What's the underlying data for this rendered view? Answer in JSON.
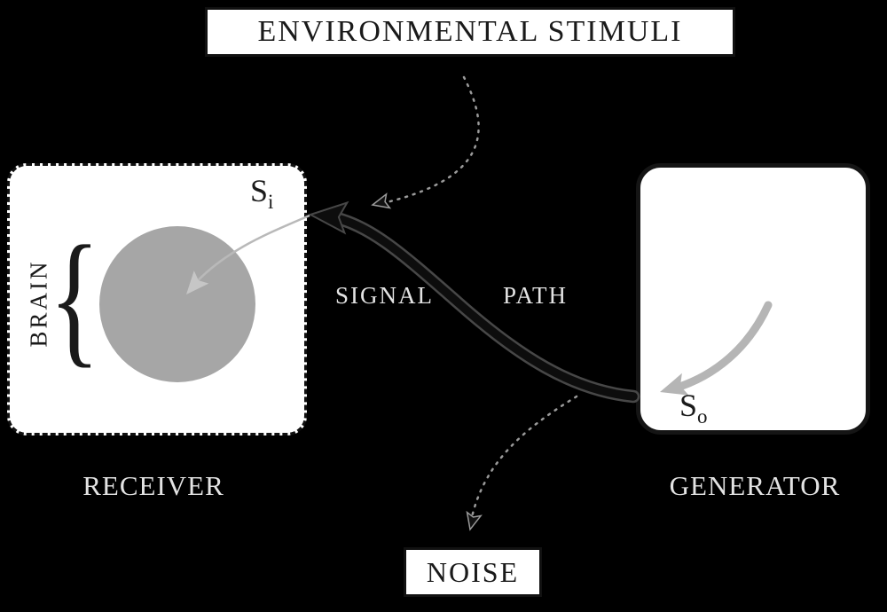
{
  "diagram": {
    "environmental_stimuli": "ENVIRONMENTAL STIMULI",
    "noise": "NOISE",
    "receiver": "RECEIVER",
    "generator": "GENERATOR",
    "signal_path_word1": "SIGNAL",
    "signal_path_word2": "PATH",
    "brain": "BRAIN",
    "brace": "{",
    "signal_input": {
      "base": "S",
      "sub": "i"
    },
    "signal_output": {
      "base": "S",
      "sub": "o"
    }
  },
  "colors": {
    "background": "#000000",
    "box_fill": "#ffffff",
    "ink": "#1a1a1a",
    "outside_label": "#e3e3e3",
    "brain_circle": "#a6a6a6",
    "gray_arrow": "#b5b5b5",
    "dotted_line": "#9a9a9a"
  }
}
